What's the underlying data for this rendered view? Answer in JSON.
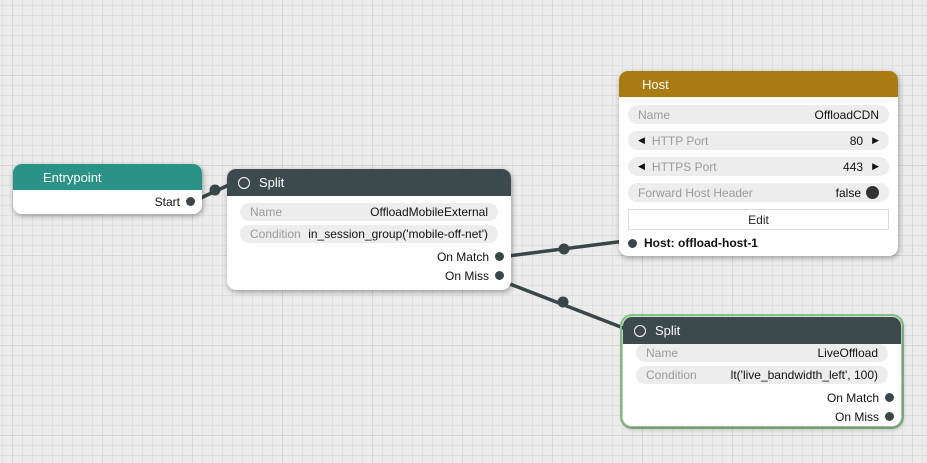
{
  "nodes": {
    "entrypoint": {
      "title": "Entrypoint",
      "outputs": [
        {
          "label": "Start"
        }
      ]
    },
    "split1": {
      "title": "Split",
      "fields": [
        {
          "label": "Name",
          "value": "OffloadMobileExternal"
        },
        {
          "label": "Condition",
          "value": "in_session_group('mobile-off-net')"
        }
      ],
      "outputs": [
        {
          "label": "On Match"
        },
        {
          "label": "On Miss"
        }
      ]
    },
    "host": {
      "title": "Host",
      "fields": [
        {
          "label": "Name",
          "value": "OffloadCDN",
          "type": "text"
        },
        {
          "label": "HTTP Port",
          "value": "80",
          "type": "stepper"
        },
        {
          "label": "HTTPS Port",
          "value": "443",
          "type": "stepper"
        },
        {
          "label": "Forward Host Header",
          "value": "false",
          "type": "toggle"
        }
      ],
      "edit_label": "Edit",
      "input_label": "Host: offload-host-1"
    },
    "split2": {
      "title": "Split",
      "selected": true,
      "fields": [
        {
          "label": "Name",
          "value": "LiveOffload"
        },
        {
          "label": "Condition",
          "value": "lt('live_bandwidth_left', 100)"
        }
      ],
      "outputs": [
        {
          "label": "On Match"
        },
        {
          "label": "On Miss"
        }
      ]
    }
  },
  "icons": {
    "stepper_left": "◀",
    "stepper_right": "▶"
  },
  "colors": {
    "entrypoint_header": "#2a9286",
    "split_header": "#3d4a4d",
    "host_header": "#a97c11",
    "edge": "#3a474a",
    "selection_outline": "#82c785",
    "field_bg": "#ededed"
  }
}
